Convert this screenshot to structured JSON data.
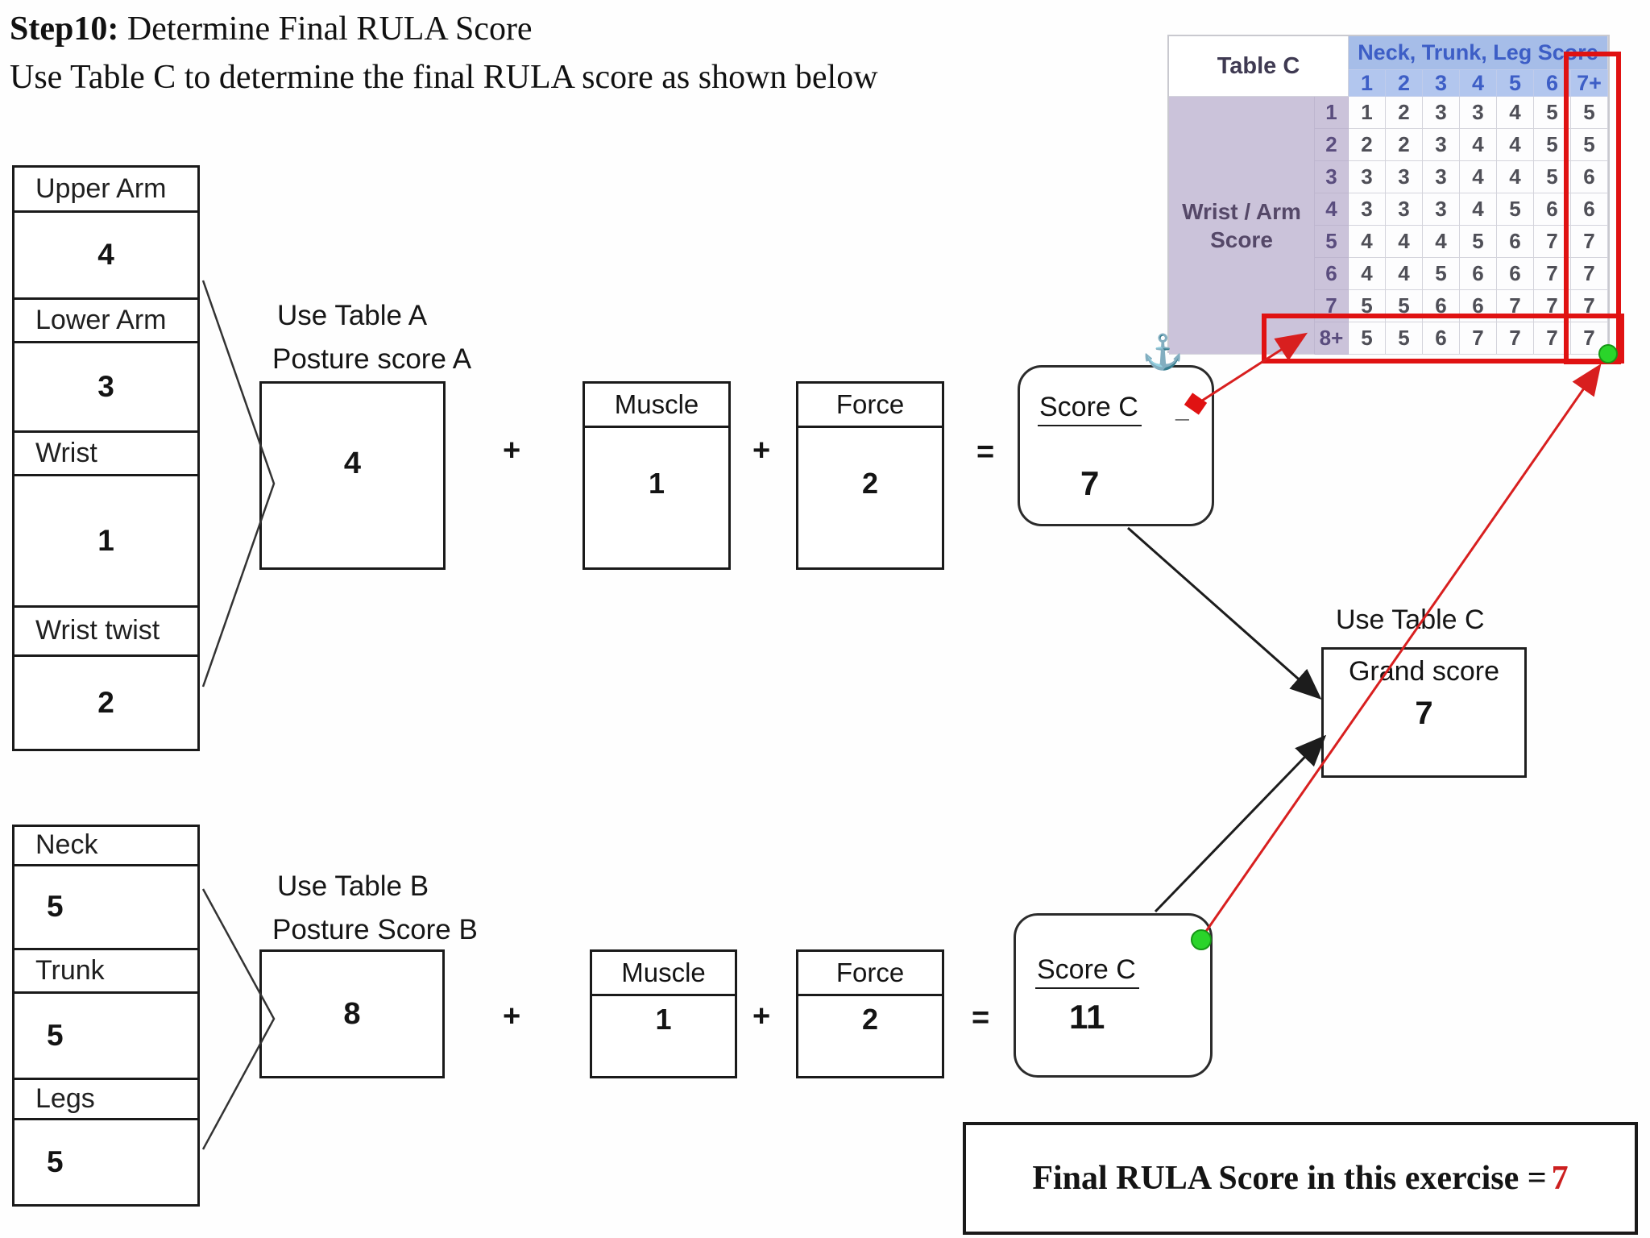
{
  "header": {
    "title_bold": "Step10:",
    "title_rest": " Determine Final RULA Score",
    "subtitle": "Use Table C to determine the final RULA score as shown below"
  },
  "table_c": {
    "corner_label": "Table C",
    "col_group_label": "Neck, Trunk, Leg Score",
    "col_headers": [
      "1",
      "2",
      "3",
      "4",
      "5",
      "6",
      "7+"
    ],
    "row_group_label_line1": "Wrist / Arm",
    "row_group_label_line2": "Score",
    "row_headers": [
      "1",
      "2",
      "3",
      "4",
      "5",
      "6",
      "7",
      "8+"
    ],
    "rows": [
      [
        "1",
        "2",
        "3",
        "3",
        "4",
        "5",
        "5"
      ],
      [
        "2",
        "2",
        "3",
        "4",
        "4",
        "5",
        "5"
      ],
      [
        "3",
        "3",
        "3",
        "4",
        "4",
        "5",
        "6"
      ],
      [
        "3",
        "3",
        "3",
        "4",
        "5",
        "6",
        "6"
      ],
      [
        "4",
        "4",
        "4",
        "5",
        "6",
        "7",
        "7"
      ],
      [
        "4",
        "4",
        "5",
        "6",
        "6",
        "7",
        "7"
      ],
      [
        "5",
        "5",
        "6",
        "6",
        "7",
        "7",
        "7"
      ],
      [
        "5",
        "5",
        "6",
        "7",
        "7",
        "7",
        "7"
      ]
    ]
  },
  "stack_a": {
    "items": [
      {
        "label": "Upper Arm",
        "value": "4"
      },
      {
        "label": "Lower Arm",
        "value": "3"
      },
      {
        "label": "Wrist",
        "value": "1"
      },
      {
        "label": "Wrist twist",
        "value": "2"
      }
    ]
  },
  "stack_b": {
    "items": [
      {
        "label": "Neck",
        "value": "5"
      },
      {
        "label": "Trunk",
        "value": "5"
      },
      {
        "label": "Legs",
        "value": "5"
      }
    ]
  },
  "row_a": {
    "use_table": "Use Table A",
    "posture_label": "Posture score A",
    "posture_value": "4",
    "plus1": "+",
    "plus2": "+",
    "equals": "=",
    "muscle_label": "Muscle",
    "muscle_value": "1",
    "force_label": "Force",
    "force_value": "2",
    "score_label": "Score C",
    "score_value": "7",
    "cursor_dash": "_"
  },
  "row_b": {
    "use_table": "Use Table B",
    "posture_label": "Posture Score B",
    "posture_value": "8",
    "plus1": "+",
    "plus2": "+",
    "equals": "=",
    "muscle_label": "Muscle",
    "muscle_value": "1",
    "force_label": "Force",
    "force_value": "2",
    "score_label": "Score C",
    "score_value": "11"
  },
  "grand": {
    "use_table": "Use Table C",
    "label": "Grand score",
    "value": "7"
  },
  "final": {
    "prefix": "Final RULA Score in this exercise =",
    "value": "7"
  },
  "icons": {
    "anchor": "⚓"
  },
  "colors": {
    "highlight_red": "#e01212",
    "marker_green": "#2ad42a",
    "band_blue": "#a6bde8",
    "header_blue": "#b2c6ee",
    "blue_text": "#3d5ec6",
    "lavender": "#cbc3da",
    "final_score_red": "#cc1f1f"
  }
}
